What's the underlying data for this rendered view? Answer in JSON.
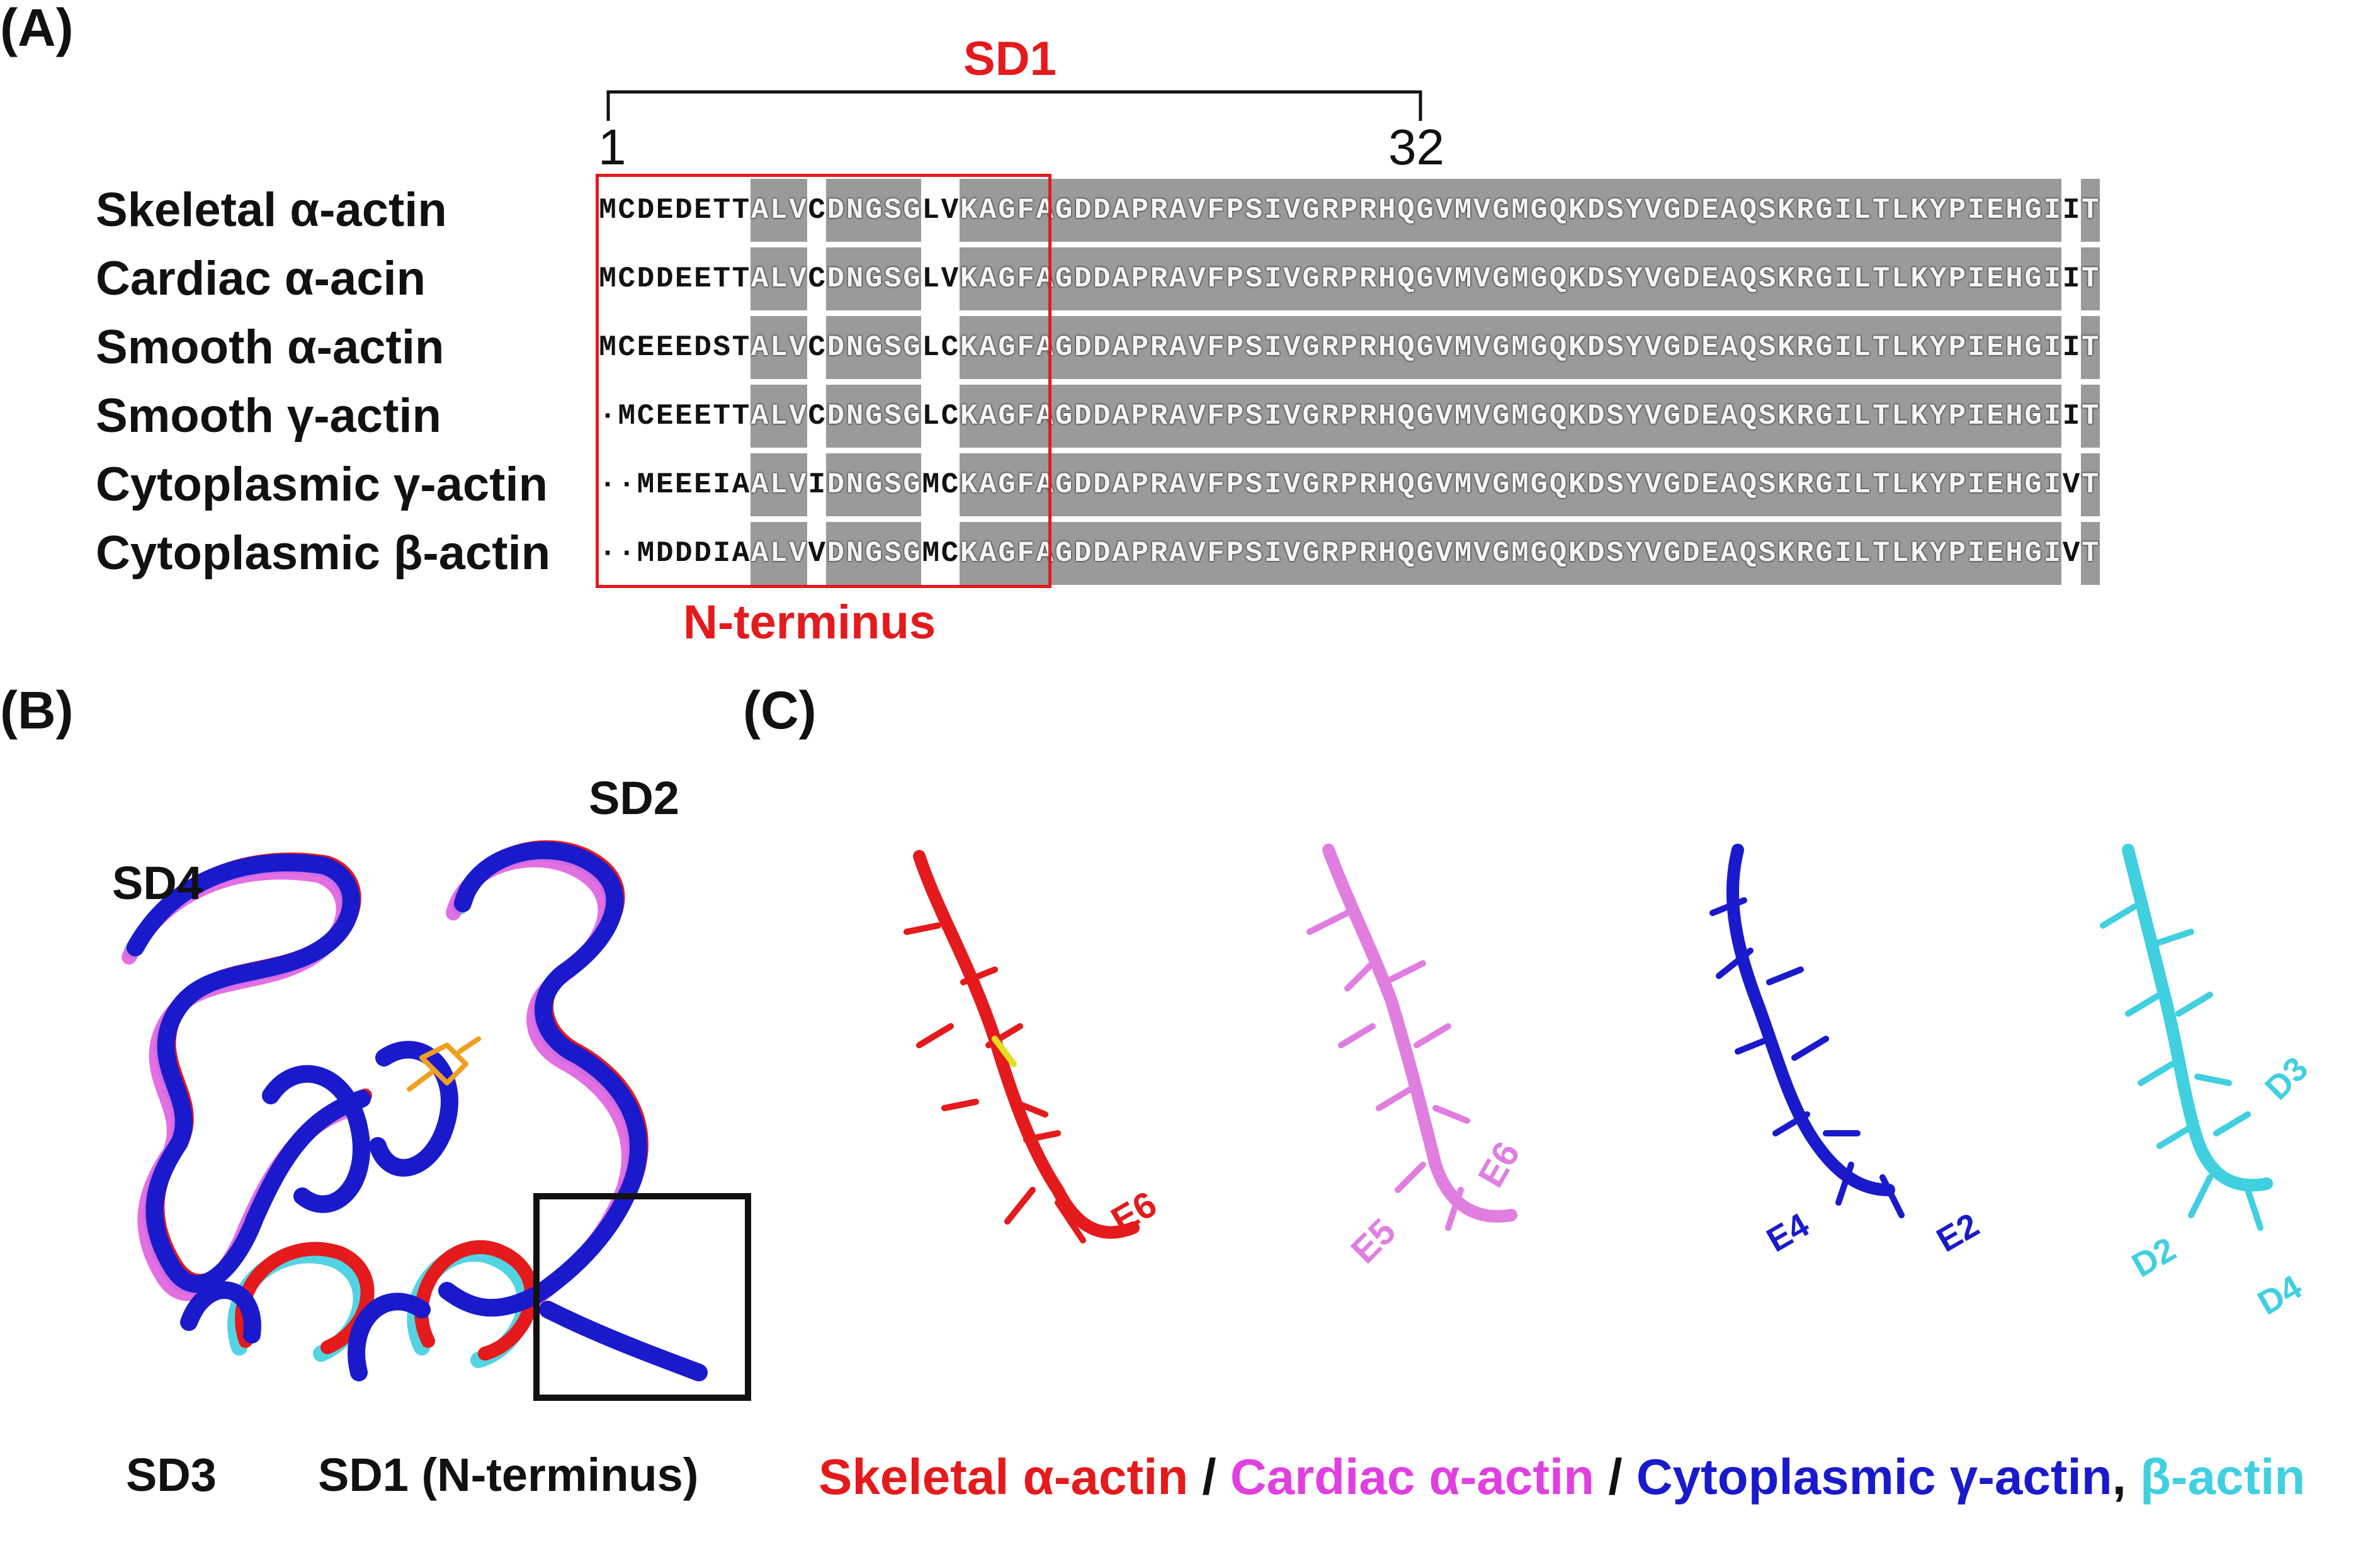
{
  "panels": {
    "a": "(A)",
    "b": "(B)",
    "c": "(C)"
  },
  "alignment": {
    "region_label": "SD1",
    "start_number": "1",
    "end_number": "32",
    "nterm_label": "N-terminus",
    "rows": [
      {
        "name": "Skeletal α-actin",
        "seq": "MCDEDETTALVCDNGSGLVKAGFAGDDAPRAVFPSIVGRPRHQGVMVGMGQKDSYVGDEAQSKRGILTLKYPIEHGIIT"
      },
      {
        "name": "Cardiac α-acin",
        "seq": "MCDDEETTALVCDNGSGLVKAGFAGDDAPRAVFPSIVGRPRHQGVMVGMGQKDSYVGDEAQSKRGILTLKYPIEHGIIT"
      },
      {
        "name": "Smooth α-actin",
        "seq": "MCEEEDSTALVCDNGSGLCKAGFAGDDAPRAVFPSIVGRPRHQGVMVGMGQKDSYVGDEAQSKRGILTLKYPIEHGIIT"
      },
      {
        "name": "Smooth γ-actin",
        "seq": "·MCEEETTALVCDNGSGLCKAGFAGDDAPRAVFPSIVGRPRHQGVMVGMGQKDSYVGDEAQSKRGILTLKYPIEHGIIT"
      },
      {
        "name": "Cytoplasmic γ-actin",
        "seq": "··MEEEIAALVIDNGSGMCKAGFAGDDAPRAVFPSIVGRPRHQGVMVGMGQKDSYVGDEAQSKRGILTLKYPIEHGIVT"
      },
      {
        "name": "Cytoplasmic β-actin",
        "seq": "··MDDDIAALVVDNGSGMCKAGFAGDDAPRAVFPSIVGRPRHQGVMVGMGQKDSYVGDEAQSKRGILTLKYPIEHGIVT"
      }
    ]
  },
  "structure": {
    "sd4": "SD4",
    "sd2": "SD2",
    "sd3": "SD3",
    "sd1": "SD1 (N-terminus)"
  },
  "residues": {
    "skeletal": [
      "E6"
    ],
    "cardiac": [
      "E6",
      "E5"
    ],
    "gamma": [
      "E4",
      "E2"
    ],
    "beta": [
      "D3",
      "D2",
      "D4"
    ]
  },
  "legend": {
    "skeletal": "Skeletal α-actin",
    "sep1": " / ",
    "cardiac": "Cardiac α-actin",
    "sep2": " / ",
    "gamma": "Cytoplasmic γ-actin",
    "sep3": ", ",
    "beta": "β-actin"
  },
  "colors": {
    "skeletal": "#e41a1c",
    "cardiac": "#e040e0",
    "gamma": "#1a1acc",
    "beta": "#40d0e0",
    "accent_red": "#e41a1c",
    "shade": "#9a9a9a"
  }
}
